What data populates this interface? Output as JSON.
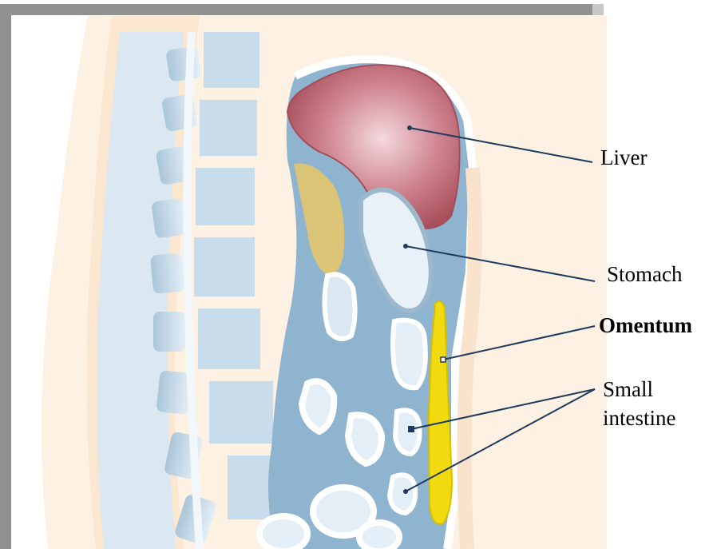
{
  "labels": {
    "liver": "Liver",
    "stomach": "Stomach",
    "omentum": "Omentum",
    "small_intestine_line1": "Small",
    "small_intestine_line2": "intestine"
  },
  "colors": {
    "leader_line": "#1f3a5c",
    "liver": "#b9646f",
    "omentum": "#f2da10",
    "tissue_blue": "#8fb4cf",
    "spine_light": "#d8e6f0",
    "skin": "#fdecd8",
    "fat": "#d8c06a"
  }
}
